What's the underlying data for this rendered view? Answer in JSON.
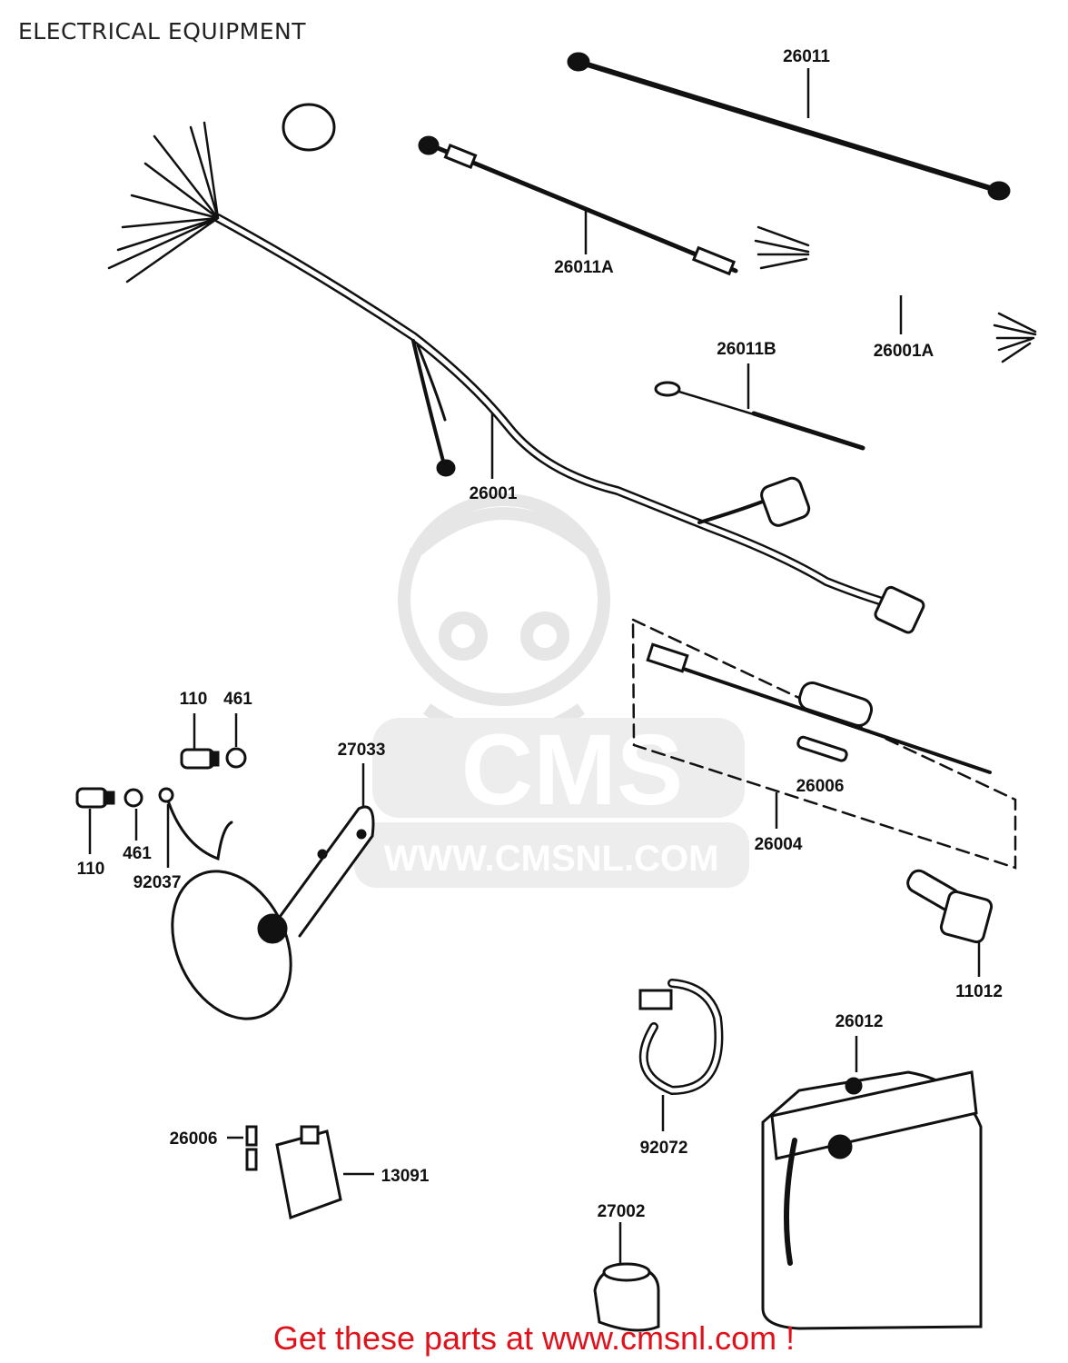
{
  "title": "ELECTRICAL EQUIPMENT",
  "footer": "Get these parts at www.cmsnl.com !",
  "watermark": {
    "logo_text": "CMS",
    "url": "WWW.CMSNL.COM"
  },
  "colors": {
    "footer": "#e0111b",
    "line": "#111111",
    "watermark": "#e6e6e6"
  },
  "parts": {
    "p26011": "26011",
    "p26011A": "26011A",
    "p26011B": "26011B",
    "p26001A": "26001A",
    "p26001": "26001",
    "p110_top": "110",
    "p461_top": "461",
    "p27033": "27033",
    "p26006_mid": "26006",
    "p26004": "26004",
    "p110_left": "110",
    "p461_left": "461",
    "p92037": "92037",
    "p11012": "11012",
    "p26012": "26012",
    "p92072": "92072",
    "p26006_low": "26006",
    "p13091": "13091",
    "p27002": "27002"
  }
}
